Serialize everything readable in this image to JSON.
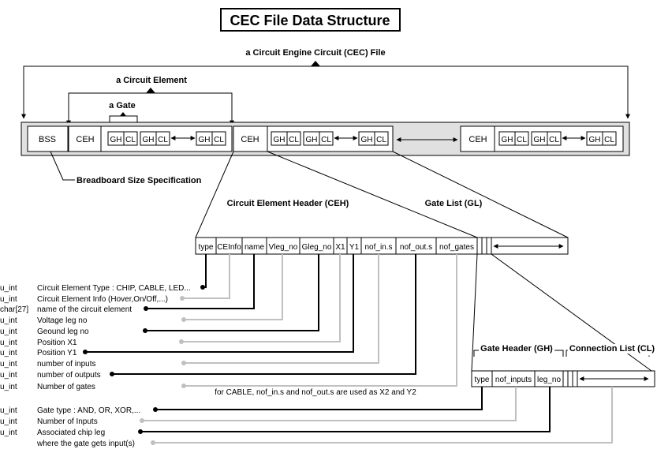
{
  "title": "CEC File Data Structure",
  "file_label": "a Circuit Engine Circuit (CEC) File",
  "element_label": "a Circuit Element",
  "gate_label": "a Gate",
  "bss_label": "BSS",
  "ceh_label": "CEH",
  "gh_label": "GH",
  "cl_label": "CL",
  "bss_desc": "Breadboard Size Specification",
  "ceh_title": "Circuit Element Header (CEH)",
  "gl_title": "Gate List (GL)",
  "ceh_fields": [
    "type",
    "CEInfo",
    "name",
    "Vleg_no",
    "Gleg_no",
    "X1",
    "Y1",
    "nof_in.s",
    "nof_out.s",
    "nof_gates"
  ],
  "ceh_desc": [
    {
      "type": "u_int",
      "text": "Circuit Element Type : CHIP, CABLE, LED..."
    },
    {
      "type": "u_int",
      "text": "Circuit Element Info (Hover,On/Off,...)"
    },
    {
      "type": "char[27]",
      "text": "name of the circuit element"
    },
    {
      "type": "u_int",
      "text": "Voltage leg no"
    },
    {
      "type": "u_int",
      "text": "Geound leg no"
    },
    {
      "type": "u_int",
      "text": "Position X1"
    },
    {
      "type": "u_int",
      "text": "Position Y1"
    },
    {
      "type": "u_int",
      "text": "number of inputs"
    },
    {
      "type": "u_int",
      "text": "number of outputs"
    },
    {
      "type": "u_int",
      "text": "Number of gates"
    }
  ],
  "gh_title": "Gate Header (GH)",
  "cl_title": "Connection List (CL)",
  "gh_fields": [
    "type",
    "nof_inputs",
    "leg_no"
  ],
  "cable_note": "for CABLE, nof_in.s and nof_out.s are used as X2 and Y2",
  "gh_desc": [
    {
      "type": "u_int",
      "text": "Gate type : AND, OR, XOR,..."
    },
    {
      "type": "u_int",
      "text": "Number of Inputs"
    },
    {
      "type": "u_int",
      "text": "Associated chip leg"
    },
    {
      "type": "",
      "text": "where the gate gets input(s)"
    }
  ]
}
